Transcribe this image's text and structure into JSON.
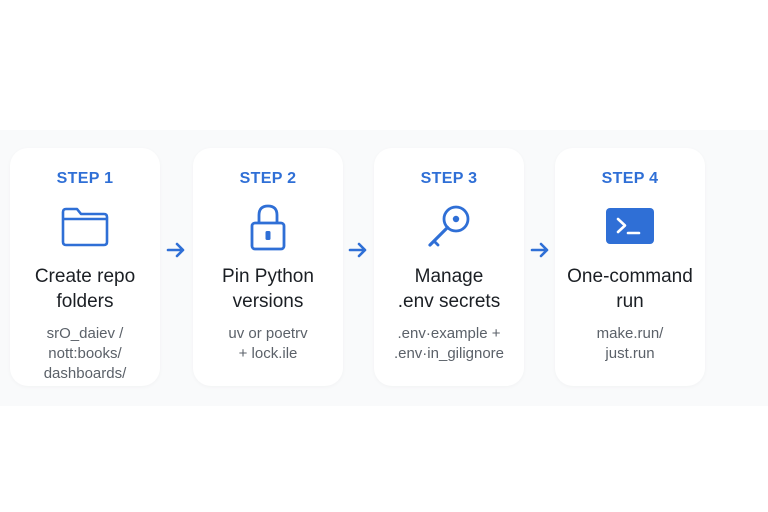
{
  "colors": {
    "accent": "#2f6fd6",
    "title_text": "#1b1f24",
    "description_text": "#5b6169",
    "card_background": "#ffffff",
    "band_background": "#f9fafb"
  },
  "steps": [
    {
      "label": "STEP 1",
      "icon": "folder-icon",
      "title_lines": [
        "Create repo",
        "folders"
      ],
      "description_lines": [
        "srO_daiev     /",
        "nott:books/",
        "dashboards/"
      ]
    },
    {
      "label": "STEP 2",
      "icon": "lock-icon",
      "title_lines": [
        "Pin Python",
        "versions"
      ],
      "description_lines": [
        "uv or poetrv",
        "+ lock.ile"
      ]
    },
    {
      "label": "STEP 3",
      "icon": "key-icon",
      "title_lines": [
        "Manage",
        ".env secrets"
      ],
      "description_lines": [
        ".env·example +",
        ".env·in_gilignore"
      ]
    },
    {
      "label": "STEP 4",
      "icon": "terminal-icon",
      "title_lines": [
        "One-command",
        "run"
      ],
      "description_lines": [
        "make.run/",
        "just.run"
      ]
    }
  ],
  "connectors": [
    "arrow-right-icon",
    "arrow-right-icon",
    "arrow-right-icon"
  ]
}
